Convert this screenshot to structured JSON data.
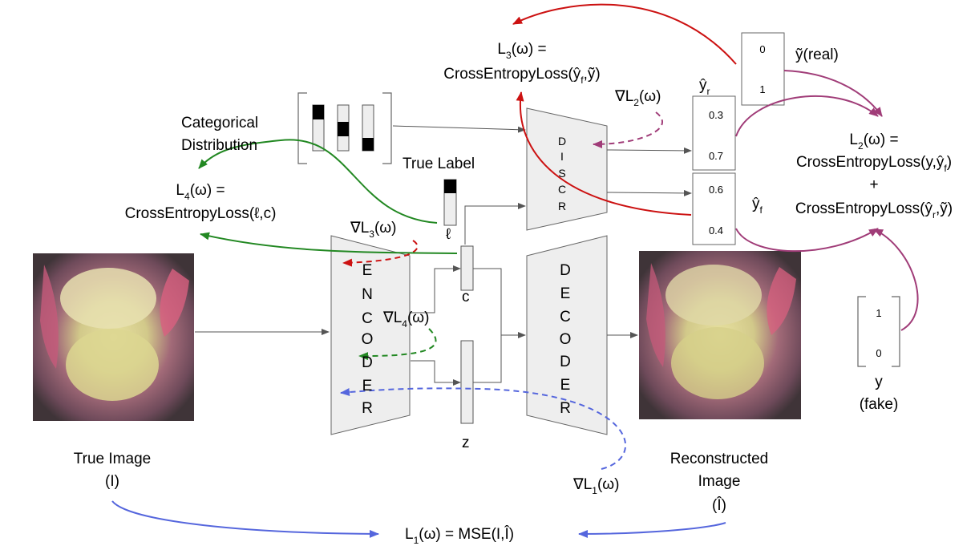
{
  "colors": {
    "red": "#cc1111",
    "green": "#228822",
    "purple": "#a03c78",
    "blue": "#5566dd",
    "box_fill": "#eeeeee",
    "box_stroke": "#666666",
    "arrow_gray": "#555555"
  },
  "images": {
    "true_image": {
      "label": "True Image",
      "symbol": "(I)"
    },
    "reconstructed_image": {
      "label_line1": "Reconstructed",
      "label_line2": "Image",
      "symbol": "(Î)"
    }
  },
  "blocks": {
    "encoder": [
      "E",
      "N",
      "C",
      "O",
      "D",
      "E",
      "R"
    ],
    "decoder": [
      "D",
      "E",
      "C",
      "O",
      "D",
      "E",
      "R"
    ],
    "discr": [
      "D",
      "I",
      "S",
      "C",
      "R"
    ]
  },
  "latent": {
    "c_label": "c",
    "z_label": "z"
  },
  "true_label": {
    "title": "True Label",
    "symbol": "ℓ"
  },
  "categorical": {
    "line1": "Categorical",
    "line2": "Distribution"
  },
  "vectors": {
    "y_real": {
      "values": [
        "0",
        "1"
      ],
      "label": "ỹ(real)"
    },
    "y_hat_r": {
      "values": [
        "0.3",
        "0.7"
      ],
      "label": "ŷ",
      "sub": "r"
    },
    "y_hat_f": {
      "values": [
        "0.6",
        "0.4"
      ],
      "label": "ŷ",
      "sub": "f"
    },
    "y_fake": {
      "values": [
        "1",
        "0"
      ],
      "label": "y",
      "label2": "(fake)"
    }
  },
  "losses": {
    "L1": {
      "text": "L",
      "sub": "1",
      "rest": "(ω) = MSE(I,Î)"
    },
    "L2": {
      "head": "L",
      "sub": "2",
      "head_rest": "(ω) =",
      "line2": "CrossEntropyLoss(y,ŷ",
      "line2_sub": "f",
      "line2_end": ")",
      "plus": "+",
      "line3": "CrossEntropyLoss(ŷ",
      "line3_sub": "r",
      "line3_end": ",ỹ)"
    },
    "L3": {
      "head": "L",
      "sub": "3",
      "head_rest": "(ω) =",
      "line2": "CrossEntropyLoss(ŷ",
      "line2_sub": "f",
      "line2_end": ",ỹ)"
    },
    "L4": {
      "head": "L",
      "sub": "4",
      "head_rest": "(ω) =",
      "line2": "CrossEntropyLoss(ℓ,c)"
    }
  },
  "gradients": {
    "g1": {
      "text": "∇L",
      "sub": "1",
      "rest": "(ω)"
    },
    "g2": {
      "text": "∇L",
      "sub": "2",
      "rest": "(ω)"
    },
    "g3": {
      "text": "∇L",
      "sub": "3",
      "rest": "(ω)"
    },
    "g4": {
      "text": "∇L",
      "sub": "4",
      "rest": "(ω)"
    }
  }
}
